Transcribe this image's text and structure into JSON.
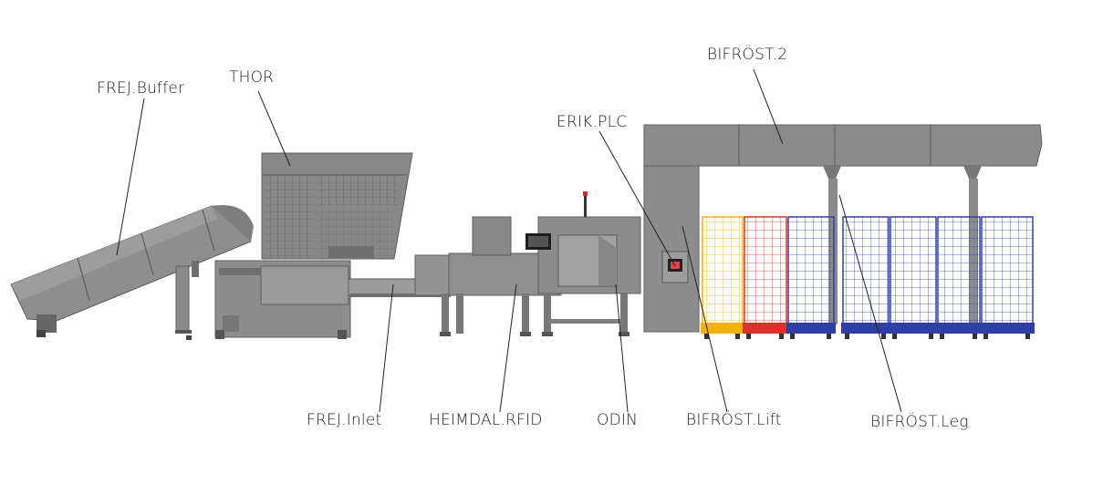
{
  "labels": {
    "frej_buffer": "FREJ.Buffer",
    "thor": "THOR",
    "erik_plc": "ERIK.PLC",
    "bifrost_2": "BIFRÖST.2",
    "frej_inlet": "FREJ.Inlet",
    "heimdal_rfid": "HEIMDAL.RFID",
    "odin": "ODIN",
    "bifrost_lift": "BIFRÖST.Lift",
    "bifrost_leg": "BIFRÖST.Leg"
  },
  "colors": {
    "machine": "#8a8a8a",
    "machine_dark": "#6e6e6e",
    "machine_light": "#a3a3a3",
    "cart_yellow": "#f2b200",
    "cart_red": "#e0302c",
    "cart_blue": "#2e3fa8",
    "leader_line": "#222222"
  },
  "icons": {
    "plc_screen": "plc-screen-icon",
    "odin_screen": "monitor-icon",
    "beacon": "signal-beacon-icon"
  }
}
